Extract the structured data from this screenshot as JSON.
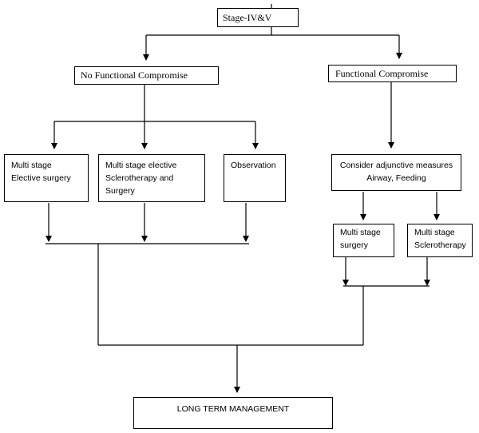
{
  "diagram": {
    "root": "Stage-IV&V",
    "branch_left": "No Functional Compromise",
    "branch_right": "Functional Compromise",
    "left_options": [
      [
        "Multi stage",
        "Elective surgery"
      ],
      [
        "Multi stage elective",
        "Sclerotherapy and",
        "Surgery"
      ],
      [
        "Observation"
      ]
    ],
    "adjunctive": [
      "Consider adjunctive measures",
      "Airway, Feeding"
    ],
    "right_options": [
      [
        "Multi stage",
        "surgery"
      ],
      [
        "Multi stage",
        "Sclerotherapy"
      ]
    ],
    "final": "LONG TERM MANAGEMENT"
  }
}
